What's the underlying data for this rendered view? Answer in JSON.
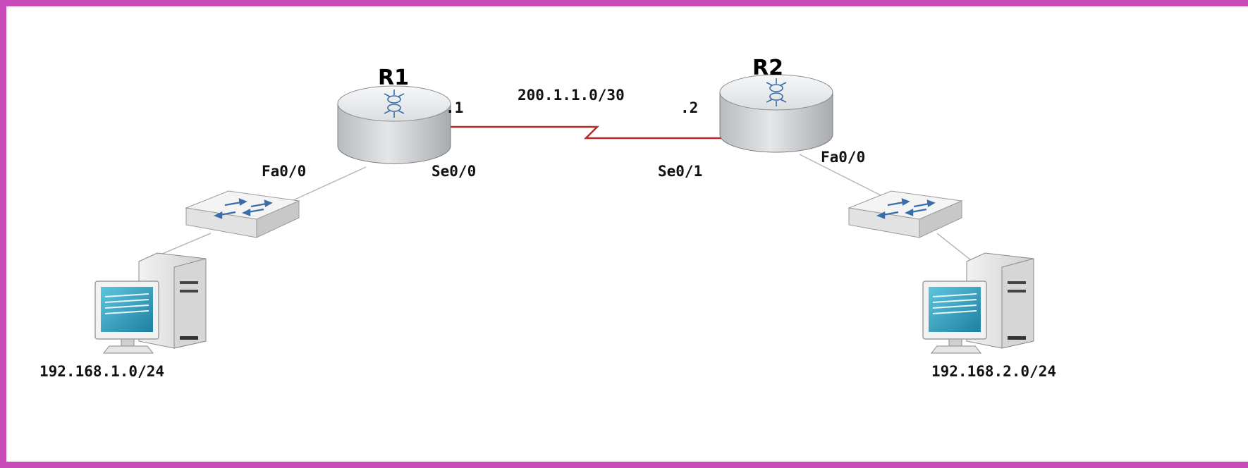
{
  "diagram": {
    "routers": [
      {
        "name": "R1",
        "ip_suffix": ".1",
        "lan_interface": "Fa0/0",
        "serial_interface": "Se0/0"
      },
      {
        "name": "R2",
        "ip_suffix": ".2",
        "lan_interface": "Fa0/0",
        "serial_interface": "Se0/1"
      }
    ],
    "wan_network": "200.1.1.0/30",
    "lan_networks": [
      "192.168.1.0/24",
      "192.168.2.0/24"
    ],
    "colors": {
      "frame": "#c84ab8",
      "serial_link": "#c0282a",
      "ethernet_link": "#b8b8b8",
      "router_body": "#d4d6d8",
      "router_top": "#eef0f2",
      "router_icon": "#3a6ea8",
      "screen": "#3aa0c0"
    },
    "icons": [
      "router-icon",
      "switch-icon",
      "pc-icon"
    ]
  }
}
